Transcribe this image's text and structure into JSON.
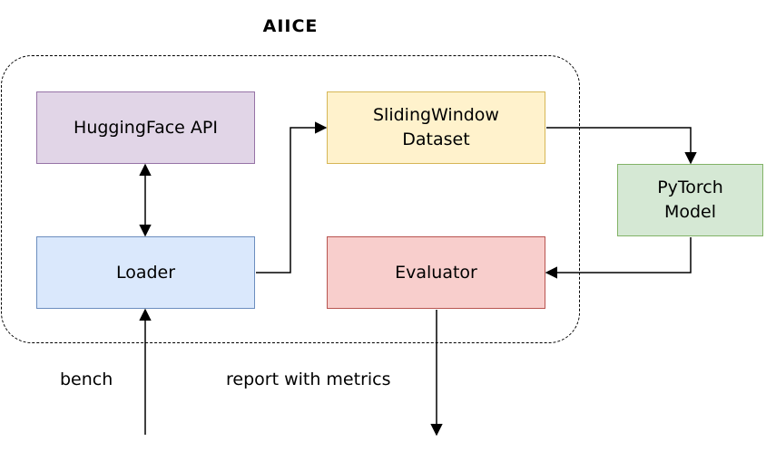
{
  "title": "AIICE",
  "nodes": {
    "huggingface": "HuggingFace API",
    "loader": "Loader",
    "sliding_window": "SlidingWindow\nDataset",
    "pytorch": "PyTorch\nModel",
    "evaluator": "Evaluator"
  },
  "labels": {
    "bench": "bench",
    "report": "report with metrics"
  },
  "colors": {
    "huggingface_fill": "#e1d5e7",
    "loader_fill": "#dae8fc",
    "sliding_window_fill": "#fff2cc",
    "pytorch_fill": "#d5e8d4",
    "evaluator_fill": "#f8cecc"
  }
}
